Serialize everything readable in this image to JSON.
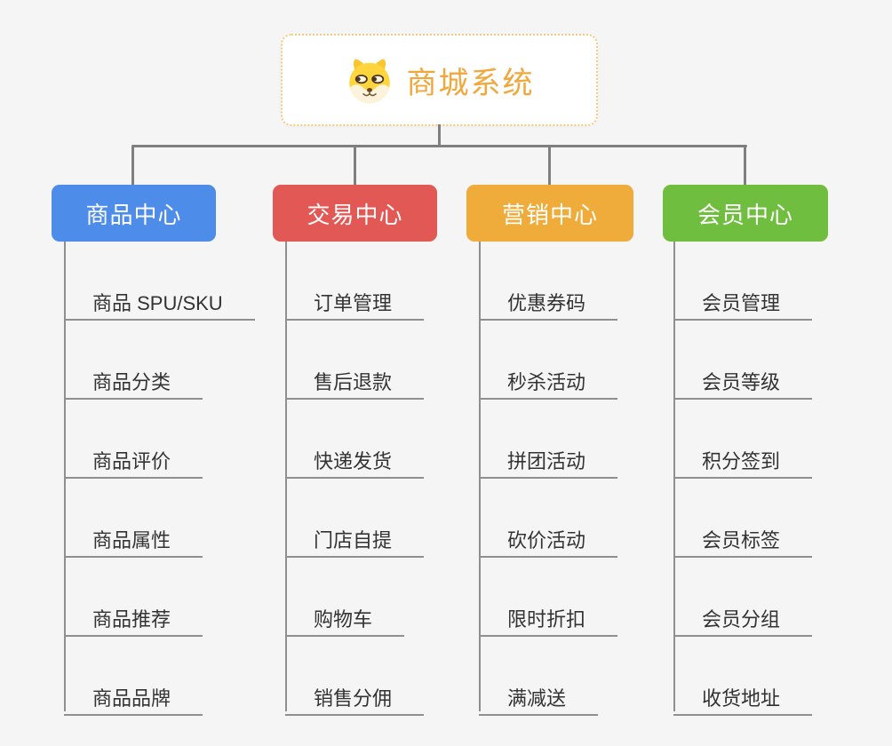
{
  "root": {
    "title": "商城系统",
    "icon": "dog-face-icon",
    "text_color": "#F0A73B",
    "border_color": "#F3C97F",
    "background": "#FFFFFF"
  },
  "connector_color": "#7F7F7F",
  "child_line_color": "#8F8F8F",
  "canvas_background": "#F5F5F5",
  "branches": [
    {
      "label": "商品中心",
      "color": "#4D8DE9",
      "children": [
        "商品 SPU/SKU",
        "商品分类",
        "商品评价",
        "商品属性",
        "商品推荐",
        "商品品牌"
      ]
    },
    {
      "label": "交易中心",
      "color": "#E25855",
      "children": [
        "订单管理",
        "售后退款",
        "快递发货",
        "门店自提",
        "购物车",
        "销售分佣"
      ]
    },
    {
      "label": "营销中心",
      "color": "#EFAC3A",
      "children": [
        "优惠券码",
        "秒杀活动",
        "拼团活动",
        "砍价活动",
        "限时折扣",
        "满减送"
      ]
    },
    {
      "label": "会员中心",
      "color": "#70BE3F",
      "children": [
        "会员管理",
        "会员等级",
        "积分签到",
        "会员标签",
        "会员分组",
        "收货地址"
      ]
    }
  ]
}
